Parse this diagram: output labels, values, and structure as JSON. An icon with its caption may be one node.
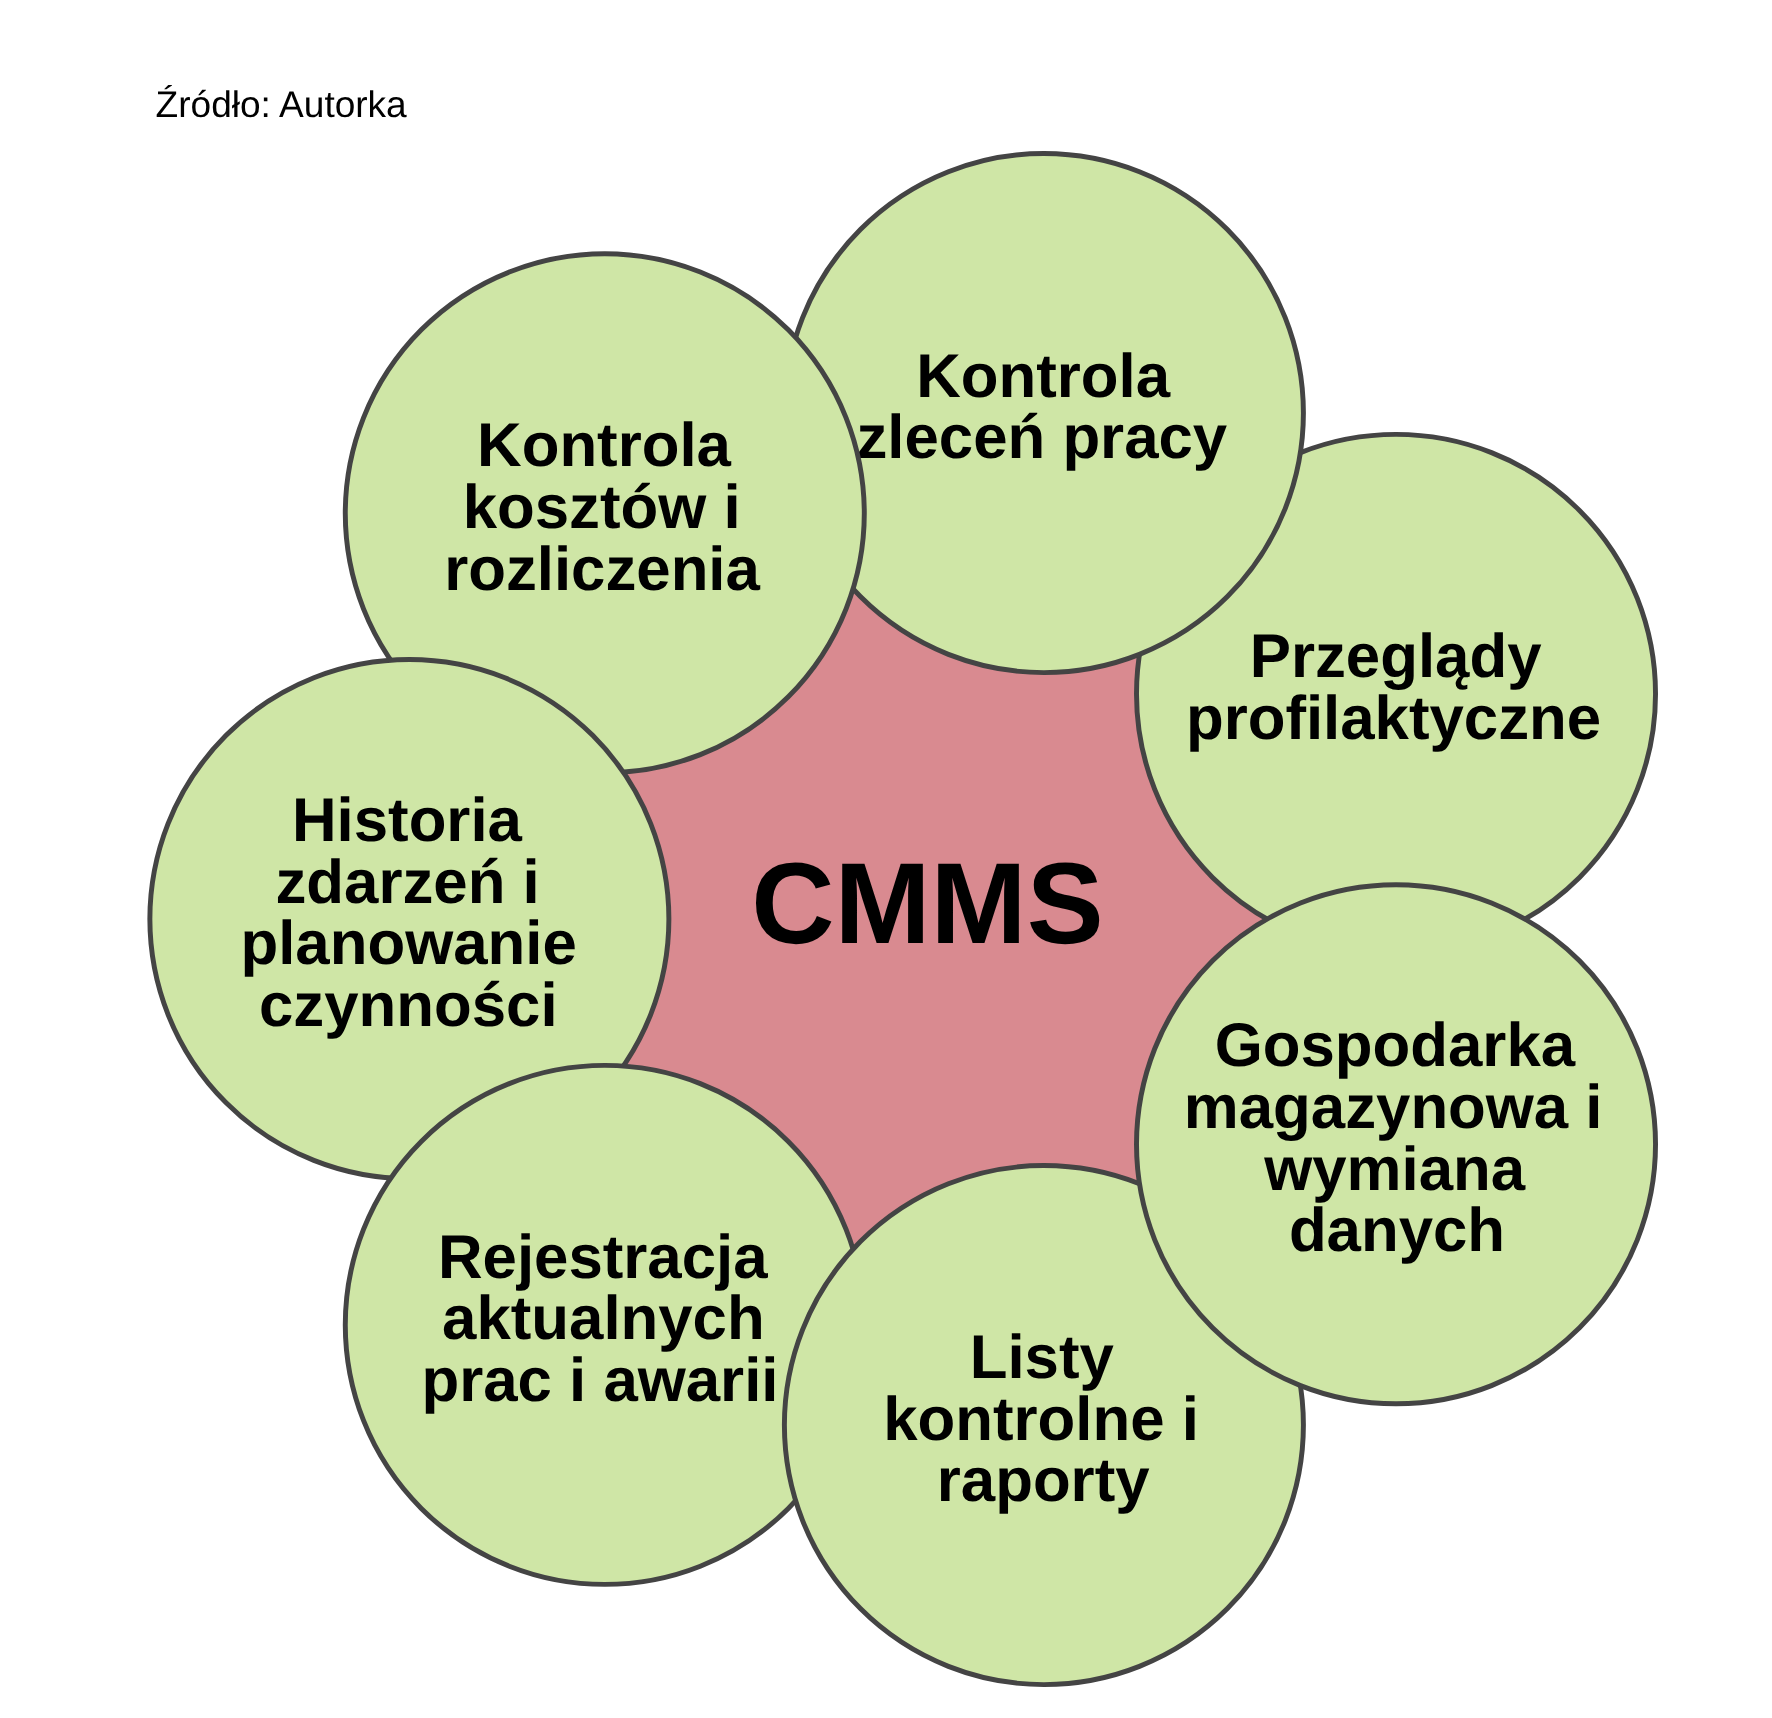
{
  "diagram": {
    "nodes": [
      {
        "text": [
          "Kontrola kosztów i rozliczenia"
        ]
      },
      {
        "text": [
          "Historia zdarzeń i planowanie czynności"
        ]
      },
      {
        "text": [
          "Kontrola zleceń pracy"
        ]
      },
      {
        "text": [
          "CMMS"
        ]
      },
      {
        "text": [
          "Przeglądy profilaktyczne"
        ]
      },
      {
        "text": [
          "Rejestracja aktualnych prac i awarii"
        ]
      },
      {
        "text": [
          "Gospodarka magazynowa i wymiana danych"
        ]
      },
      {
        "text": [
          "Listy kontrolne i raporty"
        ]
      }
    ],
    "labels": [
      "Źródło: Autorka"
    ]
  }
}
